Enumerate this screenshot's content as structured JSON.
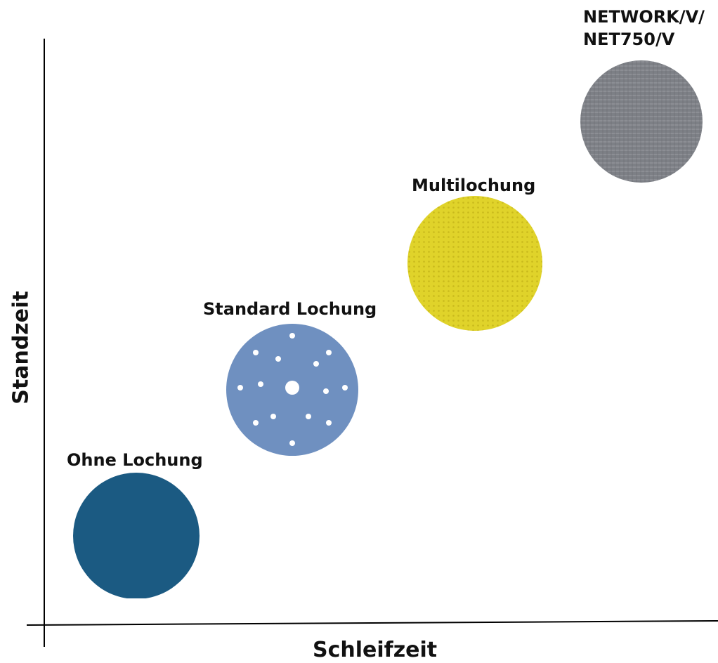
{
  "axes": {
    "x_label": "Schleifzeit",
    "y_label": "Standzeit"
  },
  "items": [
    {
      "label": "Ohne Lochung",
      "color": "#1b5a82"
    },
    {
      "label": "Standard Lochung",
      "color": "#6f90c0"
    },
    {
      "label": "Multilochung",
      "color": "#e0d32a"
    },
    {
      "label_line1": "NETWORK/V/",
      "label_line2": "NET750/V",
      "color": "#7d8086"
    }
  ]
}
